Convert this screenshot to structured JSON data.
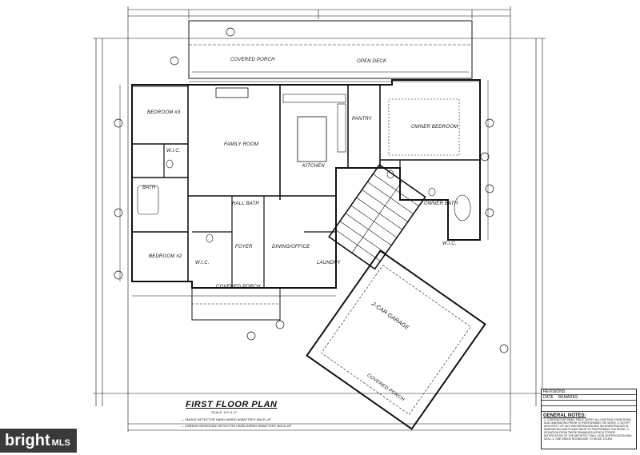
{
  "plan": {
    "title": "FIRST FLOOR PLAN",
    "scale": "SCALE: 1/4\"=1'-0\"",
    "legend": [
      "— SMOKE DETECTOR HARD-WIRED W/BATTERY BACK-UP",
      "— CARBON MONOXIDE DETECTOR HARD-WIRED W/BATTERY BACK-UP"
    ]
  },
  "rooms": {
    "covered_porch_top": "COVERED PORCH",
    "open_deck": "OPEN DECK",
    "bedroom3": "BEDROOM #3",
    "family_room": "FAMILY ROOM",
    "kitchen": "KITCHEN",
    "pantry": "PANTRY",
    "owner_bedroom": "OWNER BEDROOM",
    "wic1": "W.I.C.",
    "bath": "BATH",
    "hall_bath": "HALL BATH",
    "owner_bath": "OWNER BATH",
    "wic2": "W.I.C.",
    "bedroom2": "BEDROOM #2",
    "foyer": "FOYER",
    "dining_office": "DINING/OFFICE",
    "wic3": "W.I.C.",
    "laundry": "LAUNDRY",
    "covered_porch_front": "COVERED PORCH",
    "garage": "2-CAR GARAGE",
    "covered_porch_garage": "COVERED PORCH"
  },
  "titleblock": {
    "revisions": "REVISIONS",
    "date": "DATE",
    "remarks": "REMARKS",
    "notes_heading": "GENERAL NOTES:",
    "notes": "1. CONTRACTOR SHALL FIELD VERIFY ALL EXISTING CONDITIONS AND DIMENSIONS PRIOR TO PERFORMING THE WORK. 2. NOTIFY ARCHITECT OF ANY DISCREPANCIES AND INCONSISTENCIES IN DIMENSIONS AND PLANS PRIOR TO PERFORMING THE WORK. 3. DEVIATION FROM THESE DRAWINGS WITHOUT PRIOR NOTIFICATION OF THE ARCHITECT WILL VOID CERTIFICATION AND SEAL. 4. ONE INSIDE ROOMS ARE TO WOOD STUDS."
  },
  "watermark": {
    "brand": "bright",
    "suffix": "MLS"
  },
  "colors": {
    "ink": "#111111",
    "paper": "#ffffff",
    "watermark_bg": "#3a3a3a"
  }
}
